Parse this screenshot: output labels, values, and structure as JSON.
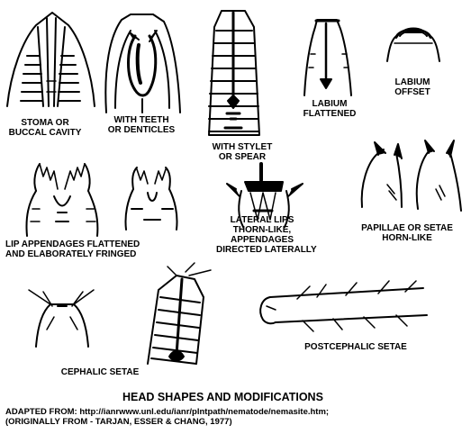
{
  "title": "HEAD SHAPES AND MODIFICATIONS",
  "credit": {
    "line1": "ADAPTED FROM: http://ianrwww.unl.edu/ianr/plntpath/nematode/nemasite.htm;",
    "line2": "(ORIGINALLY FROM - TARJAN, ESSER & CHANG, 1977)"
  },
  "labels": {
    "stoma": {
      "line1": "STOMA OR",
      "line2": "BUCCAL CAVITY"
    },
    "teeth": {
      "line1": "WITH TEETH",
      "line2": "OR DENTICLES"
    },
    "stylet": {
      "line1": "WITH STYLET",
      "line2": "OR SPEAR"
    },
    "labium_flat": {
      "line1": "LABIUM",
      "line2": "FLATTENED"
    },
    "labium_offset": {
      "line1": "LABIUM",
      "line2": "OFFSET"
    },
    "lip_appendages": {
      "line1": "LIP APPENDAGES FLATTENED",
      "line2": "AND ELABORATELY FRINGED"
    },
    "lateral_lips": {
      "line1": "LATERAL LIPS",
      "line2": "THORN-LIKE,",
      "line3": "APPENDAGES",
      "line4": "DIRECTED LATERALLY"
    },
    "papillae": {
      "line1": "PAPILLAE OR SETAE",
      "line2": "HORN-LIKE"
    },
    "cephalic": {
      "line1": "CEPHALIC SETAE"
    },
    "postcephalic": {
      "line1": "POSTCEPHALIC SETAE"
    }
  }
}
